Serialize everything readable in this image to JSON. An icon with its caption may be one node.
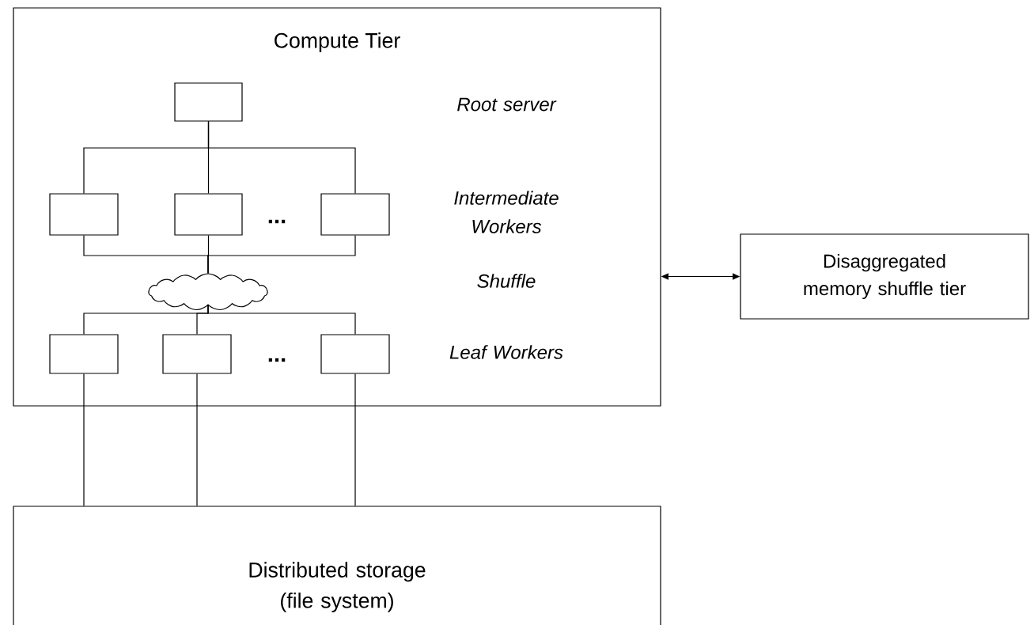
{
  "diagram": {
    "nodes": [
      {
        "text": [
          "Compute Tier"
        ]
      },
      {
        "text": [],
        "shape": "box",
        "in": 0
      },
      {
        "text": [],
        "shape": "box",
        "in": 0
      },
      {
        "text": [],
        "shape": "box",
        "in": 0
      },
      {
        "text": [],
        "shape": "box",
        "in": 0
      },
      {
        "text": [],
        "shape": "cloud",
        "in": 0
      },
      {
        "text": [],
        "shape": "box",
        "in": 0
      },
      {
        "text": [],
        "shape": "box",
        "in": 0
      },
      {
        "text": [],
        "shape": "box",
        "in": 0
      },
      {
        "text": [
          "Disaggregated memory shuffle tier"
        ]
      },
      {
        "text": [
          "Distributed storage (file system)"
        ]
      }
    ],
    "edges": [
      {
        "from": 1,
        "to": 2,
        "arrow": "none"
      },
      {
        "from": 1,
        "to": 3,
        "arrow": "none"
      },
      {
        "from": 1,
        "to": 4,
        "arrow": "none"
      },
      {
        "from": 2,
        "to": 5,
        "arrow": "none"
      },
      {
        "from": 3,
        "to": 5,
        "arrow": "none"
      },
      {
        "from": 4,
        "to": 5,
        "arrow": "none"
      },
      {
        "from": 5,
        "to": 6,
        "arrow": "none"
      },
      {
        "from": 5,
        "to": 7,
        "arrow": "none"
      },
      {
        "from": 5,
        "to": 8,
        "arrow": "none"
      },
      {
        "from": 6,
        "to": 10,
        "arrow": "none"
      },
      {
        "from": 7,
        "to": 10,
        "arrow": "none"
      },
      {
        "from": 8,
        "to": 10,
        "arrow": "none"
      },
      {
        "from": 0,
        "to": 9,
        "arrow": "both"
      }
    ],
    "labels": [
      "Root server",
      "Intermediate Workers",
      "Shuffle",
      "Leaf Workers",
      "...",
      "..."
    ]
  }
}
